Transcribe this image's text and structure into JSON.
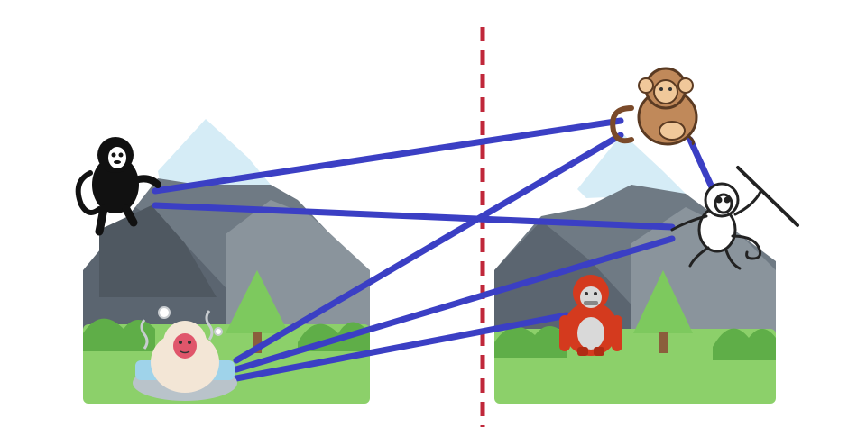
{
  "colors": {
    "background": "#ffffff",
    "divider": "#c0273a",
    "connection_line": "#3b3fc4",
    "mountain_dark": "#5b6570",
    "mountain_mid": "#6f7a84",
    "mountain_light": "#8a949c",
    "snow_sky": "#d5ecf6",
    "grass_light": "#8cd06a",
    "grass_mid": "#75bd57",
    "bush": "#5fae48",
    "tree": "#7dc95e",
    "trunk": "#8b5e3c"
  },
  "icons": {
    "left_scene": "mountain-landscape",
    "right_scene": "mountain-landscape",
    "left_top_animal": "black-monkey",
    "left_bottom_animal": "japanese-macaque-hot-spring",
    "right_top_animal": "brown-monkey",
    "right_middle_animal": "spider-monkey-with-stick",
    "right_bottom_animal": "red-gorilla"
  },
  "connections": [
    {
      "from": "black-monkey",
      "to": "brown-monkey"
    },
    {
      "from": "black-monkey",
      "to": "spider-monkey-with-stick"
    },
    {
      "from": "japanese-macaque-hot-spring",
      "to": "brown-monkey"
    },
    {
      "from": "japanese-macaque-hot-spring",
      "to": "spider-monkey-with-stick"
    },
    {
      "from": "japanese-macaque-hot-spring",
      "to": "red-gorilla"
    },
    {
      "from": "brown-monkey",
      "to": "spider-monkey-with-stick"
    }
  ]
}
